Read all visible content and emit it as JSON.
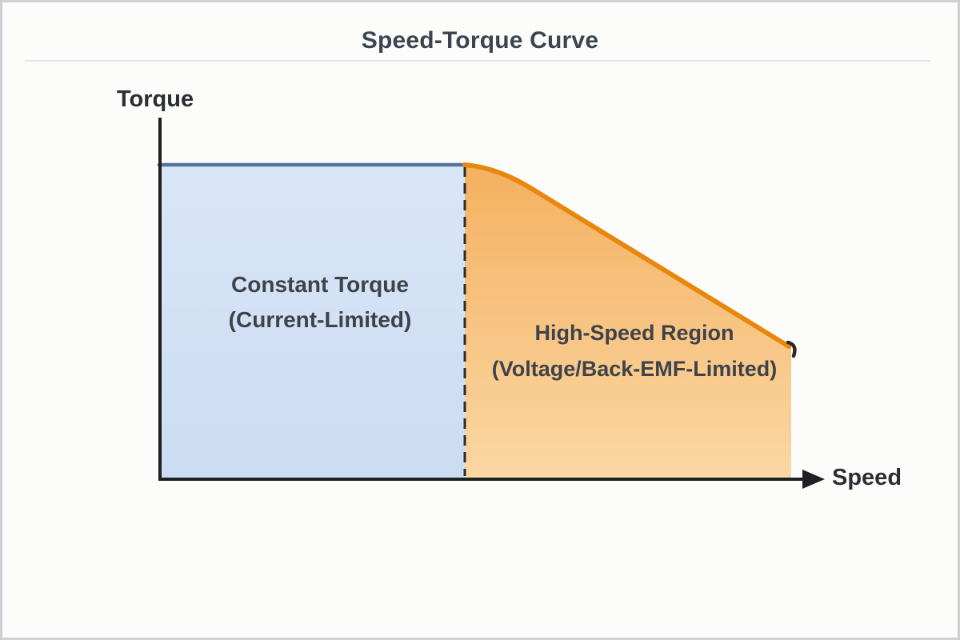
{
  "title": "Speed-Torque Curve",
  "axes": {
    "y_label": "Torque",
    "x_label": "Speed"
  },
  "regions": {
    "constant_torque": {
      "line1": "Constant Torque",
      "line2": "(Current-Limited)"
    },
    "high_speed": {
      "line1": "High-Speed Region",
      "line2": "(Voltage/Back-EMF-Limited)"
    }
  },
  "colors": {
    "background": "#fcfcfb",
    "frame_border": "#ccd0d3",
    "title_text": "#3d4450",
    "label_text": "#2b2e33",
    "region_text": "#3e4349",
    "divider": "#e4e5e8",
    "axis": "#1c1f23",
    "blue_fill_top": "#d9e6f7",
    "blue_fill_bottom": "#cbdcf2",
    "blue_border": "#54749e",
    "orange_fill_top": "#f4b160",
    "orange_fill_bottom": "#fbd7a4",
    "curve": "#e8870d",
    "dashed_line": "#2b2b2b",
    "curve_end": "#2e2823"
  },
  "chart_data": {
    "type": "area",
    "title": "Speed-Torque Curve",
    "xlabel": "Speed",
    "ylabel": "Torque",
    "axis_ticks": "none (conceptual diagram, no numeric scale)",
    "series": [
      {
        "name": "Constant Torque (Current-Limited)",
        "description": "Flat maximum-torque plateau from zero speed up to base speed (left region, blue)"
      },
      {
        "name": "High-Speed Region (Voltage/Back-EMF-Limited)",
        "description": "Torque rolls off, declining approximately linearly with speed beyond base speed (right region, orange)"
      }
    ],
    "annotations": [
      "Dashed vertical line marks the base-speed boundary between the two regions"
    ]
  }
}
